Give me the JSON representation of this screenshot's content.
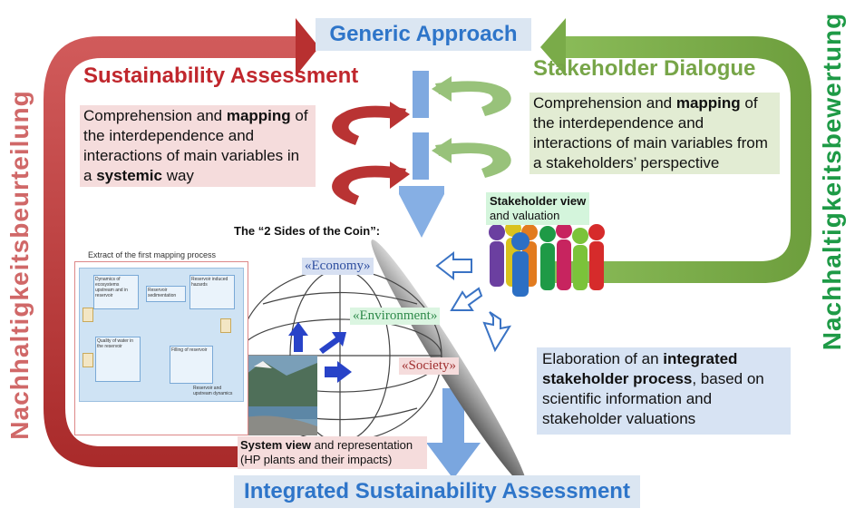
{
  "header": {
    "title": "Generic Approach"
  },
  "footer": {
    "title": "Integrated Sustainability Assessment"
  },
  "left": {
    "title": "Sustainability Assessment",
    "vertical_label": "Nachhaltigkeitsbeurteilung",
    "desc_p1": "Comprehension and ",
    "desc_b1": "mapping",
    "desc_p2": " of the interdependence and interactions of main variables in a ",
    "desc_b2": "systemic",
    "desc_p3": " way"
  },
  "right": {
    "title": "Stakeholder Dialogue",
    "vertical_label": "Nachhaltigkeitsbewertung",
    "desc_p1": "Comprehension and ",
    "desc_b1": "mapping",
    "desc_p2": " of the interdependence and interactions of main variables from a stakeholders’ perspective"
  },
  "coin": {
    "title": "The “2 Sides of the Coin”:",
    "economy": "«Economy»",
    "environment": "«Environment»",
    "society": "«Society»"
  },
  "stakeholder_view": {
    "bold": "Stakeholder view",
    "rest": "and valuation"
  },
  "system_view": {
    "bold": "System view",
    "rest": " and representation",
    "line2": "(HP plants and their impacts)"
  },
  "mapping": {
    "caption": "Extract of the first mapping process",
    "box_dynamics": "Dynamics of ecosystems upstream and in reservoir",
    "box_sedimentation": "Reservoir sedimentation",
    "box_hazards": "Reservoir induced hazards",
    "box_quality": "Quality of water in the reservoir",
    "box_filling": "Filling of reservoir",
    "box_upstream": "Reservoir and upstream dynamics"
  },
  "elaboration": {
    "p1": "Elaboration of an ",
    "b1": "integrated stakeholder process",
    "p2": ", based on scientific information and stakeholder valuations"
  },
  "colors": {
    "red": "#c0272d",
    "green": "#77a548",
    "blue": "#5b8fd6",
    "title_blue": "#2e75c9"
  }
}
